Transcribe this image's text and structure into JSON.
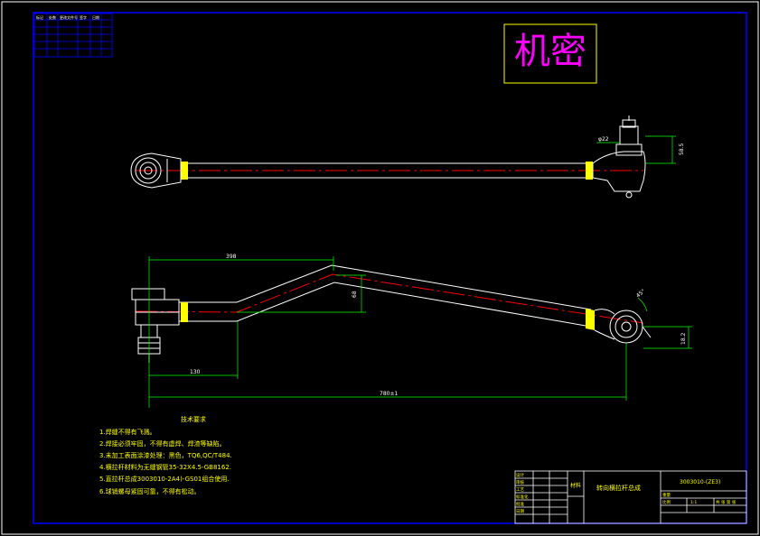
{
  "stamp": {
    "text": "机密"
  },
  "dims": {
    "top_small": "φ22",
    "top_height": "58.5",
    "span_top": "398",
    "vertical_offset": "68",
    "angle": "45°",
    "right_height": "18.2",
    "span_left": "130",
    "overall": "780±1"
  },
  "notes": {
    "heading": "技术要求",
    "items": [
      "1.焊缝不得有飞溅。",
      "2.焊接必须牢固，不得有虚焊、焊渣等缺陷。",
      "3.未加工表面涂漆处理：黑色，TQ6,QC/T484.",
      "4.横拉杆材料为无缝钢管35-32X4.5-GB8162.",
      "5.直拉杆总成3003010-2A4)-GS01组合使用.",
      "6.球销螺母紧固可靠，不得有松动。"
    ]
  },
  "title_block": {
    "part_name": "转向横拉杆总成",
    "drawing_number": "3003010-(ZE3)",
    "designer_label": "设计",
    "checker_label": "审核",
    "process_label": "工艺",
    "standard_label": "标准化",
    "approve_label": "批准",
    "scale_label": "比例",
    "scale_value": "1:1",
    "sheet_label": "共 张 第 张",
    "weight_label": "重量",
    "material_label": "材料",
    "date_label": "日期"
  },
  "revision_table": {
    "headers": [
      "标记",
      "处数",
      "更改文件号",
      "签字",
      "日期"
    ]
  }
}
